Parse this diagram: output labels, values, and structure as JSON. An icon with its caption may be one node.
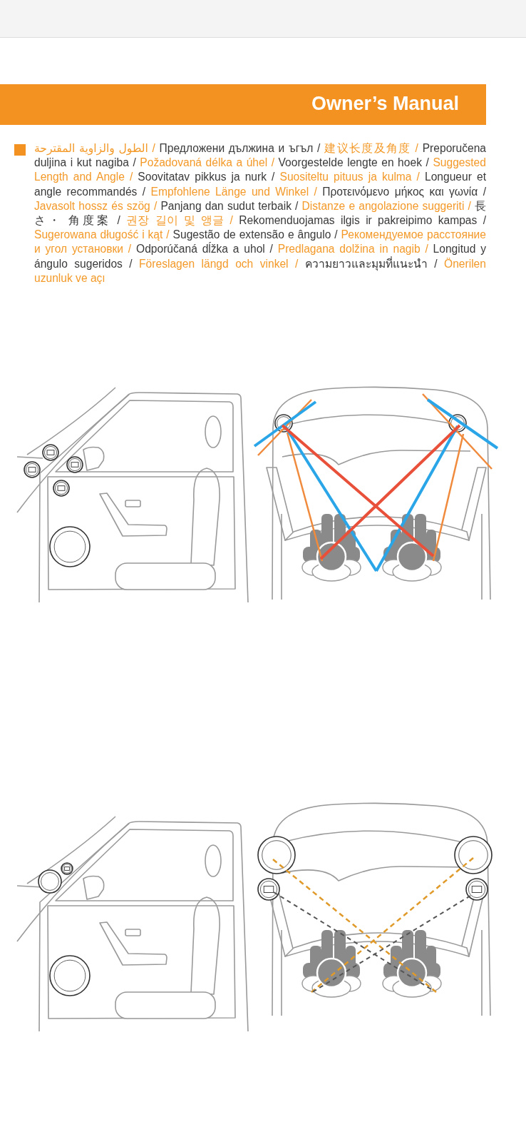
{
  "diagram": {
    "title": "Owner’s Manual",
    "labels": [
      "الطول والزاوية المقترحة /",
      "Предложени дължина и ъгъл /",
      "建议长度及角度 /",
      "Preporučena duljina i kut nagiba /",
      "Požadovaná délka a úhel /",
      "Voorgestelde lengte en hoek /",
      "Suggested Length and Angle /",
      "Soovitatav pikkus ja nurk /",
      "Suositeltu pituus ja kulma /",
      "Longueur et angle recommandés /",
      "Empfohlene Länge und Winkel /",
      "Προτεινόμενο μήκος και γωνία /",
      "Javasolt hossz és szög /",
      "Panjang dan sudut terbaik /",
      "Distanze e angolazione suggeriti /",
      "長さ・ 角度案 /",
      "권장 길이 및 앵글 /",
      "Rekomenduojamas ilgis ir pakreipimo kampas /",
      "Sugerowana długość i kąt /",
      "Sugestão de extensão e ângulo /",
      "Рекомендуемое расстояние и угол установки /",
      "Odporúčaná dĺžka a uhol /",
      "Predlagana dolžina in nagib /",
      "Longitud y ángulo sugeridos /",
      "Föreslagen längd och vinkel /",
      "ความยาวและมุมที่แนะนำ /",
      "Önerilen uzunluk ve açı"
    ]
  }
}
